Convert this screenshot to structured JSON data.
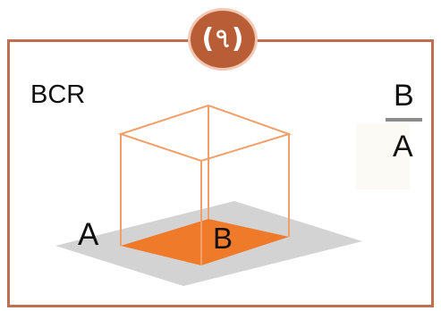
{
  "badge": {
    "text": "(৭)"
  },
  "labels": {
    "left_title": "BCR",
    "fraction_numerator": "B",
    "fraction_denominator": "A",
    "point_a": "A",
    "point_b": "B"
  },
  "colors": {
    "frame": "#c07050",
    "badge_fill": "#b85d35",
    "badge_ring": "#f2c9b4",
    "cube_edge": "#f0a06a",
    "footprint_fill": "#ee7a2a",
    "ground_plane": "#d3d3d3",
    "fraction_bar": "#8c8c8c"
  },
  "icons": {
    "ground": "ground-plane-shape",
    "cube": "wireframe-cube-shape",
    "footprint": "building-footprint-shape"
  }
}
